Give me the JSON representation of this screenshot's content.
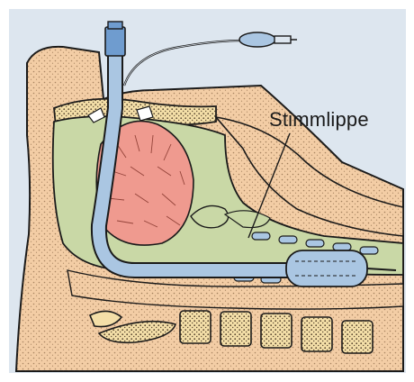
{
  "figure": {
    "label": "Stimmlippe",
    "colors": {
      "background": "#dde6ef",
      "skin": "#f3cda5",
      "tissue": "#c9d8a6",
      "bone": "#f4dfa8",
      "tongue": "#ef9a8f",
      "tube": "#aac6e2",
      "outline": "#1a1a1a"
    },
    "parts": [
      "endotracheal-tube",
      "cuff",
      "pilot-balloon",
      "tongue",
      "trachea",
      "vertebrae",
      "vocal-cord"
    ]
  }
}
